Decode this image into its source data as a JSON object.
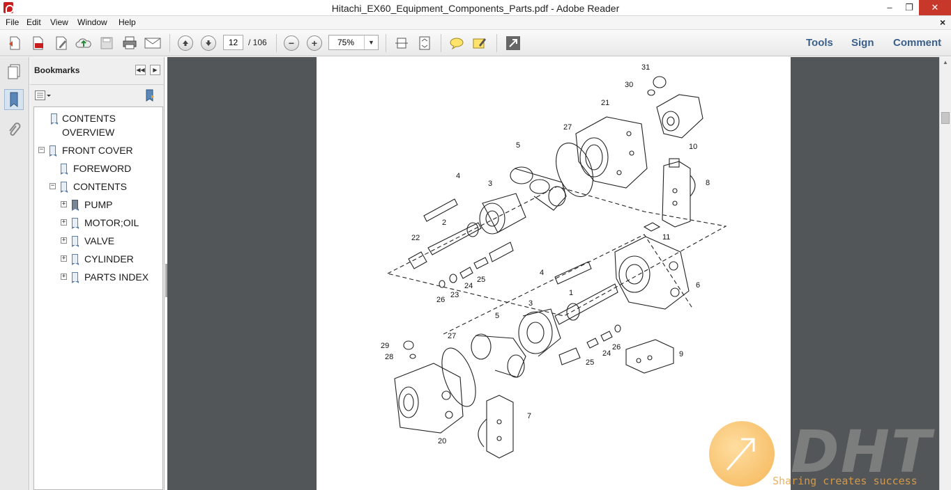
{
  "window": {
    "title": "Hitachi_EX60_Equipment_Components_Parts.pdf - Adobe Reader",
    "minimize_glyph": "‒",
    "maximize_glyph": "❐",
    "close_glyph": "✕"
  },
  "menu": {
    "items": [
      "File",
      "Edit",
      "View",
      "Window",
      "Help"
    ],
    "doc_close_glyph": "×"
  },
  "toolbar": {
    "current_page": "12",
    "total_pages": "/ 106",
    "zoom": "75%",
    "zoom_arrow": "▼",
    "links": [
      "Tools",
      "Sign",
      "Comment"
    ],
    "zoom_out_glyph": "−",
    "zoom_in_glyph": "+"
  },
  "bookmarks": {
    "title": "Bookmarks",
    "collapse_glyph": "◀◀",
    "expand_glyph": "▶",
    "items": [
      {
        "label": "CONTENTS",
        "expander": ""
      },
      {
        "label": "OVERVIEW",
        "expander": ""
      },
      {
        "label": "FRONT COVER",
        "expander": "−"
      },
      {
        "label": "FOREWORD",
        "expander": ""
      },
      {
        "label": "CONTENTS",
        "expander": "−"
      },
      {
        "label": "PUMP",
        "expander": "+"
      },
      {
        "label": "MOTOR;OIL",
        "expander": "+"
      },
      {
        "label": "VALVE",
        "expander": "+"
      },
      {
        "label": "CYLINDER",
        "expander": "+"
      },
      {
        "label": "PARTS INDEX",
        "expander": "+"
      }
    ]
  },
  "diagram": {
    "callouts": [
      "31",
      "30",
      "21",
      "10",
      "27",
      "5",
      "8",
      "4",
      "3",
      "2",
      "11",
      "22",
      "25",
      "24",
      "23",
      "26",
      "6",
      "4",
      "1",
      "3",
      "5",
      "27",
      "29",
      "28",
      "25",
      "24",
      "26",
      "9",
      "7",
      "20"
    ]
  },
  "scrollbar": {
    "up_glyph": "▲"
  },
  "watermark": {
    "brand": "DHT",
    "tagline": "Sharing creates success"
  },
  "colors": {
    "doc_background": "#525659",
    "accent_link": "#3a5f8a",
    "close_button": "#c7382b",
    "watermark_orange": "#f3a93a"
  }
}
